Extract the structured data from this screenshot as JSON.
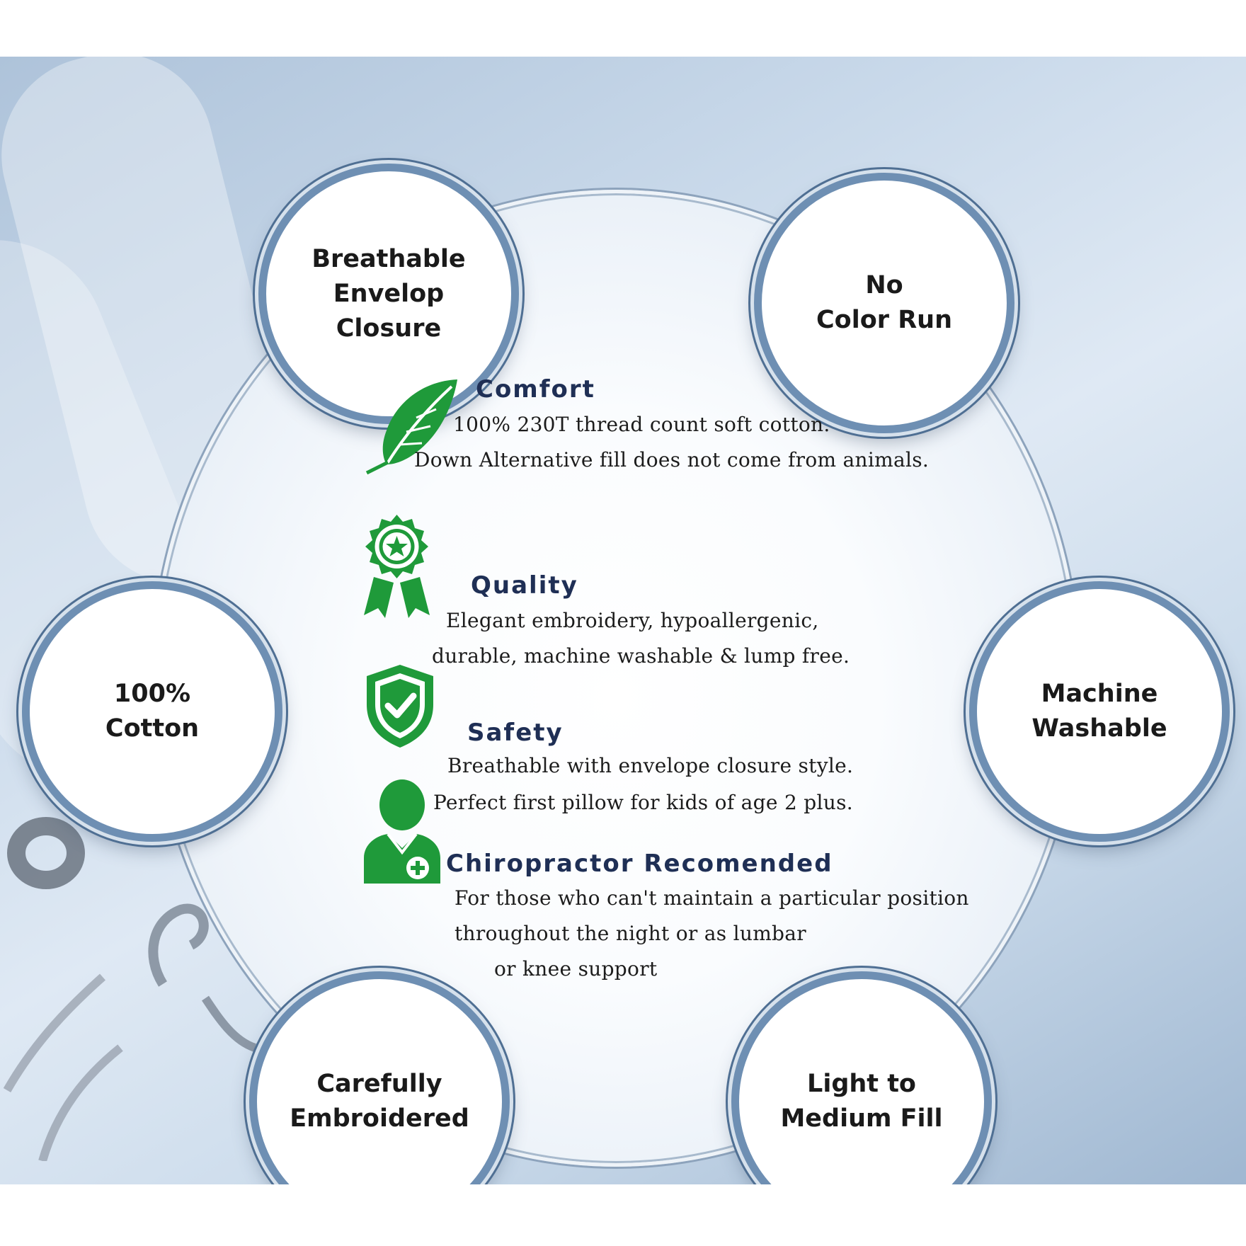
{
  "bubbles": [
    {
      "id": "breathable",
      "label": "Breathable\nEnvelop\nClosure"
    },
    {
      "id": "no-color-run",
      "label": "No\nColor Run"
    },
    {
      "id": "cotton",
      "label": "100%\nCotton"
    },
    {
      "id": "machine-washable",
      "label": "Machine\nWashable"
    },
    {
      "id": "embroidered",
      "label": "Carefully\nEmbroidered"
    },
    {
      "id": "fill",
      "label": "Light to\nMedium Fill"
    }
  ],
  "features": [
    {
      "title": "Comfort",
      "icon": "feather-icon",
      "lines": [
        "100% 230T thread count soft cotton.",
        "Down Alternative fill does not come from animals."
      ]
    },
    {
      "title": "Quality",
      "icon": "award-badge-icon",
      "lines": [
        "Elegant embroidery, hypoallergenic,",
        "durable, machine washable & lump free."
      ]
    },
    {
      "title": "Safety",
      "icon": "shield-check-icon",
      "lines": [
        "Breathable with envelope closure style.",
        "Perfect first pillow for kids of age 2 plus."
      ]
    },
    {
      "title": "Chiropractor Recomended",
      "icon": "doctor-icon",
      "lines": [
        "For those who can't maintain a particular position",
        "throughout the night or as lumbar",
        "or knee support"
      ]
    }
  ],
  "colors": {
    "icon_green": "#1f9a3a",
    "title_navy": "#1f2f55",
    "ring_blue": "#6e8fb3"
  }
}
